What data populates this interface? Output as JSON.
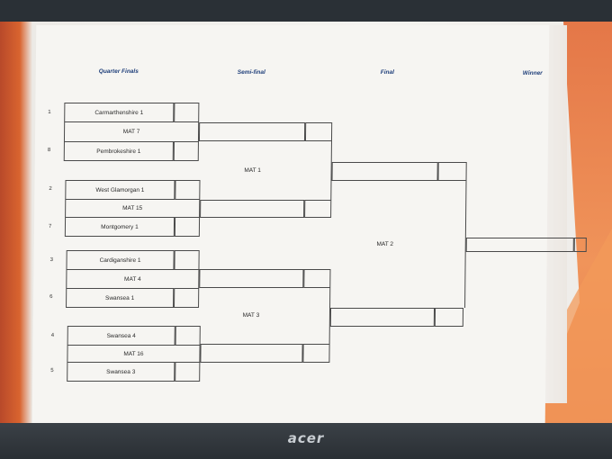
{
  "headers": {
    "quarter": "Quarter Finals",
    "semi": "Semi-final",
    "final": "Final",
    "winner": "Winner"
  },
  "seeds": [
    "1",
    "8",
    "2",
    "7",
    "3",
    "6",
    "4",
    "5"
  ],
  "teams": [
    "Carmarthenshire 1",
    "Pembrokeshire 1",
    "West Glamorgan 1",
    "Montgomery 1",
    "Cardiganshire 1",
    "Swansea 1",
    "Swansea 4",
    "Swansea 3"
  ],
  "quarter_matches": [
    "MAT 7",
    "MAT 15",
    "MAT 4",
    "MAT 16"
  ],
  "semi_matches": [
    "MAT 1",
    "MAT 3"
  ],
  "final_match": "MAT 2",
  "monitor_brand": "acer",
  "colors": {
    "header": "#1f3f7a",
    "accent": "#d9642f",
    "lines": "#4a4a4a"
  }
}
